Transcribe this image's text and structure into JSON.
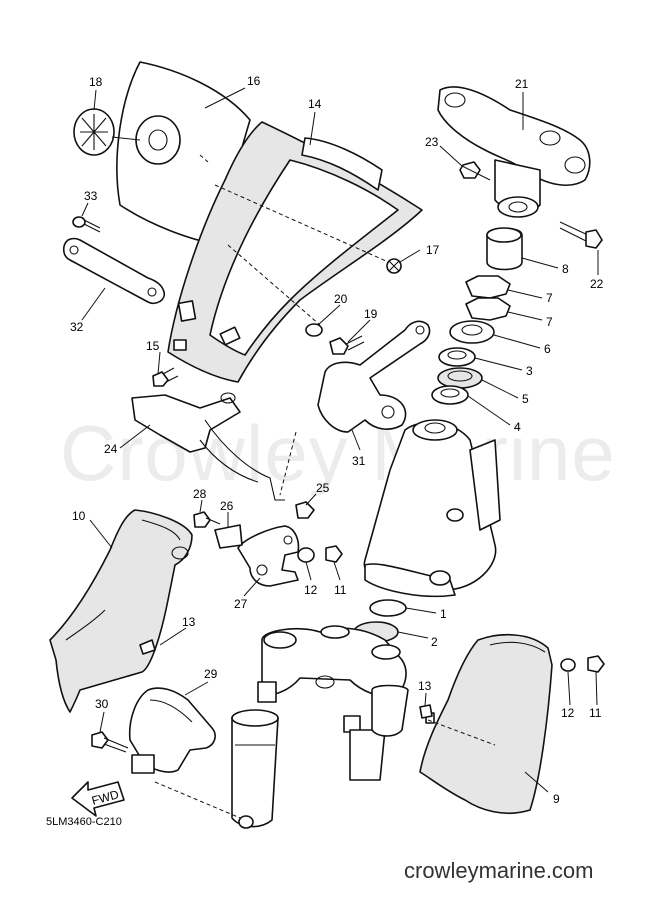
{
  "diagram": {
    "drawing_code": "5LM3460-C210",
    "watermark": "Crowley Marine",
    "website": "crowleymarine.com",
    "fwd_label": "FWD",
    "callouts": [
      "18",
      "16",
      "14",
      "21",
      "23",
      "33",
      "17",
      "22",
      "8",
      "7",
      "7",
      "32",
      "20",
      "19",
      "6",
      "15",
      "3",
      "5",
      "4",
      "24",
      "31",
      "25",
      "28",
      "26",
      "10",
      "12",
      "11",
      "1",
      "27",
      "13",
      "2",
      "29",
      "13",
      "30",
      "12",
      "11",
      "9"
    ]
  }
}
